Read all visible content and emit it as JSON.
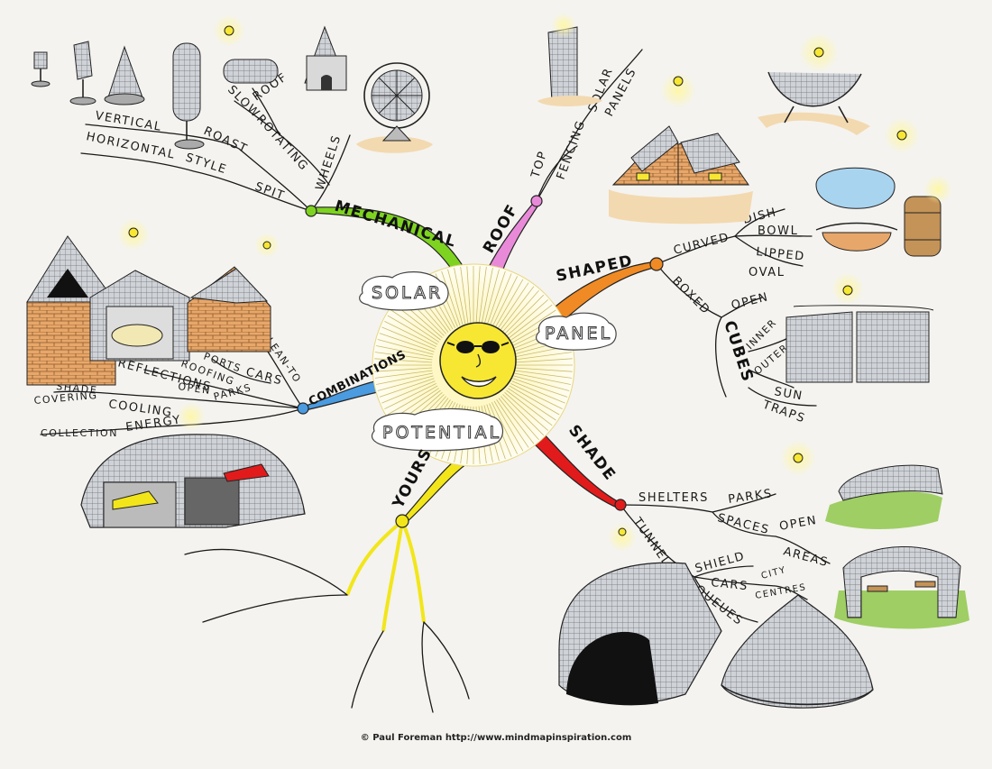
{
  "center": {
    "words": [
      "SOLAR",
      "PANEL",
      "POTENTIAL"
    ]
  },
  "branches": {
    "mechanical": {
      "label": "MECHANICAL",
      "color": "#7ed321",
      "sub": [
        "WHEELS",
        "ROTATING",
        "SLOW",
        "ROOF",
        "SPIT",
        "STYLE",
        "HORIZONTAL",
        "ROAST",
        "VERTICAL"
      ]
    },
    "roof": {
      "label": "ROOF",
      "color": "#e98ad9",
      "sub": [
        "TOP",
        "FENCING",
        "SOLAR",
        "PANELS"
      ]
    },
    "shaped": {
      "label": "SHAPED",
      "color": "#f08a24",
      "sub": [
        "CURVED",
        "DISH",
        "BOWL",
        "LIPPED",
        "OVAL",
        "BOXED",
        "OPEN",
        "CUBES",
        "INNER",
        "OUTER",
        "SUN",
        "TRAPS"
      ]
    },
    "combinations": {
      "label": "COMBINATIONS",
      "color": "#4a9be0",
      "sub": [
        "LEAN-TO",
        "CARS",
        "PORTS",
        "ROOFING",
        "REFLECTIONS",
        "OPEN",
        "PARKS",
        "COOLING",
        "SHADE",
        "COVERING",
        "ENERGY",
        "COLLECTION"
      ]
    },
    "shade": {
      "label": "SHADE",
      "color": "#e11b1b",
      "sub": [
        "SHELTERS",
        "PARKS",
        "SPACES",
        "OPEN",
        "AREAS",
        "TUNNELS",
        "SHIELD",
        "CARS",
        "CITY",
        "CENTRES",
        "QUEUES"
      ]
    },
    "yours": {
      "label": "YOURS",
      "color": "#f2e61a"
    }
  },
  "illustrations": [
    "rotating-solar-devices",
    "ferris-wheel-panel",
    "solar-tower",
    "solar-houses",
    "solar-dish",
    "solar-bowl",
    "solar-barrel",
    "solar-cubes",
    "solar-garage",
    "solar-car-park",
    "park-shelter",
    "solar-tunnel",
    "dome-shelter",
    "gazebo"
  ],
  "footer": {
    "copyright": "© Paul Foreman http://www.mindmapinspiration.com"
  }
}
